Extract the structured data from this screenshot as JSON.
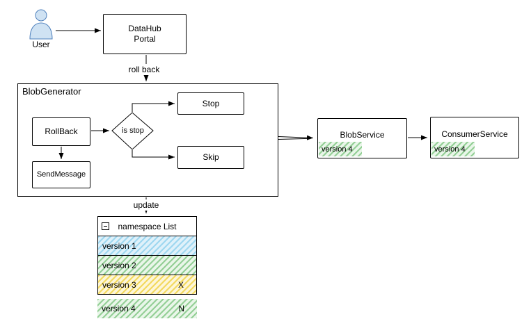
{
  "diagram": {
    "actor": {
      "label": "User"
    },
    "datahub": {
      "label": "DataHub\nPortal"
    },
    "generator": {
      "title": "BlobGenerator",
      "rollback_label": "RollBack",
      "sendmessage_label": "SendMessage",
      "decision_label": "is stop",
      "stop_label": "Stop",
      "skip_label": "Skip"
    },
    "blobservice": {
      "label": "BlobService",
      "version": "version 4"
    },
    "consumerservice": {
      "label": "ConsumerService",
      "version": "version 4"
    },
    "edge_labels": {
      "rollback": "roll back",
      "update": "update"
    }
  },
  "table": {
    "title": "namespace List",
    "rows": [
      {
        "label": "version 1",
        "flag": "",
        "color": "blue"
      },
      {
        "label": "version 2",
        "flag": "",
        "color": "green"
      },
      {
        "label": "version 3",
        "flag": "X",
        "color": "yellow"
      },
      {
        "label": "version 4",
        "flag": "N",
        "color": "green"
      }
    ]
  },
  "colors": {
    "stroke": "#000000",
    "actor_fill": "#cfe2f3",
    "actor_stroke": "#4f81bd",
    "hatch_blue": "#9ed7f0",
    "hatch_green": "#94cf96",
    "hatch_yellow": "#f3d95e"
  }
}
